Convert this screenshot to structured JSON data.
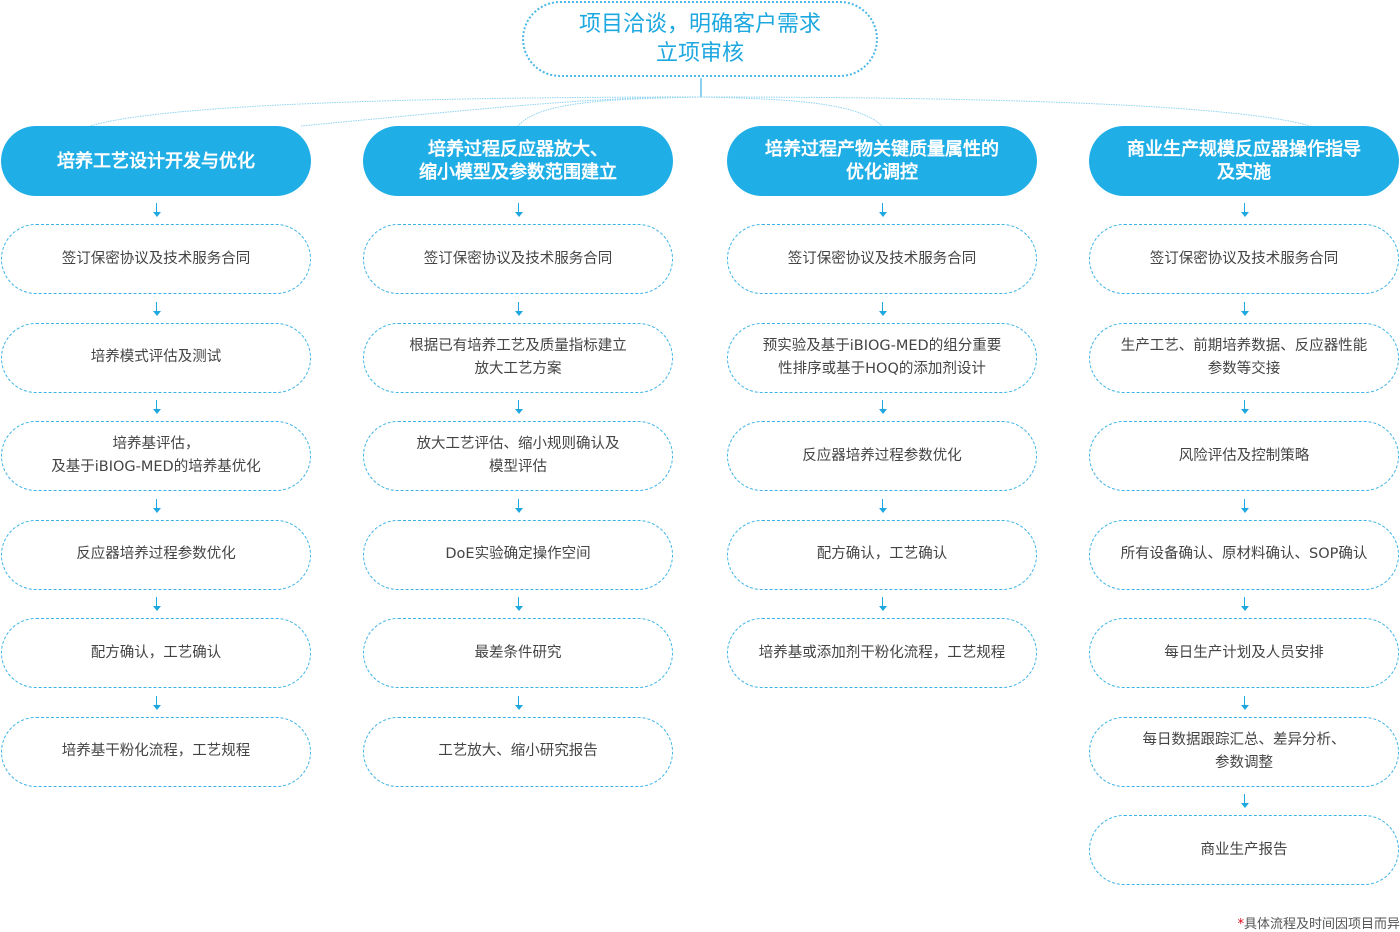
{
  "root": {
    "lines": [
      "项目洽谈，明确客户需求",
      "立项审核"
    ]
  },
  "colors": {
    "accent": "#20aee6",
    "text": "#444444",
    "star": "#e60012"
  },
  "columns": [
    {
      "title": [
        "培养工艺设计开发与优化"
      ],
      "steps": [
        [
          "签订保密协议及技术服务合同"
        ],
        [
          "培养模式评估及测试"
        ],
        [
          "培养基评估，",
          "及基于iBIOG-MED的培养基优化"
        ],
        [
          "反应器培养过程参数优化"
        ],
        [
          "配方确认，工艺确认"
        ],
        [
          "培养基干粉化流程，工艺规程"
        ]
      ]
    },
    {
      "title": [
        "培养过程反应器放大、",
        "缩小模型及参数范围建立"
      ],
      "steps": [
        [
          "签订保密协议及技术服务合同"
        ],
        [
          "根据已有培养工艺及质量指标建立",
          "放大工艺方案"
        ],
        [
          "放大工艺评估、缩小规则确认及",
          "模型评估"
        ],
        [
          "DoE实验确定操作空间"
        ],
        [
          "最差条件研究"
        ],
        [
          "工艺放大、缩小研究报告"
        ]
      ]
    },
    {
      "title": [
        "培养过程产物关键质量属性的",
        "优化调控"
      ],
      "steps": [
        [
          "签订保密协议及技术服务合同"
        ],
        [
          "预实验及基于iBIOG-MED的组分重要",
          "性排序或基于HOQ的添加剂设计"
        ],
        [
          "反应器培养过程参数优化"
        ],
        [
          "配方确认，工艺确认"
        ],
        [
          "培养基或添加剂干粉化流程，工艺规程"
        ]
      ]
    },
    {
      "title": [
        "商业生产规模反应器操作指导",
        "及实施"
      ],
      "steps": [
        [
          "签订保密协议及技术服务合同"
        ],
        [
          "生产工艺、前期培养数据、反应器性能",
          "参数等交接"
        ],
        [
          "风险评估及控制策略"
        ],
        [
          "所有设备确认、原材料确认、SOP确认"
        ],
        [
          "每日生产计划及人员安排"
        ],
        [
          "每日数据跟踪汇总、差异分析、",
          "参数调整"
        ],
        [
          "商业生产报告"
        ]
      ]
    }
  ],
  "footnote": {
    "star": "*",
    "text": "具体流程及时间因项目而异"
  }
}
